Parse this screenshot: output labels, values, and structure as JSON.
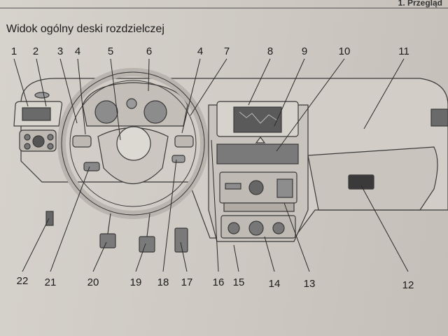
{
  "header": {
    "corner_text": "1. Przegląd"
  },
  "page_title": "Widok ogólny deski rozdzielczej",
  "callouts": {
    "top": [
      "1",
      "2",
      "3",
      "4",
      "5",
      "6",
      "4",
      "7",
      "8",
      "9",
      "10",
      "11"
    ],
    "bottom": [
      "22",
      "21",
      "20",
      "19",
      "18",
      "17",
      "16",
      "15",
      "14",
      "13",
      "12"
    ]
  },
  "colors": {
    "paper": "#cfcac4",
    "ink": "#1a1a1a",
    "line": "#3a3a3a",
    "panel_dark": "#2e2e2e"
  }
}
